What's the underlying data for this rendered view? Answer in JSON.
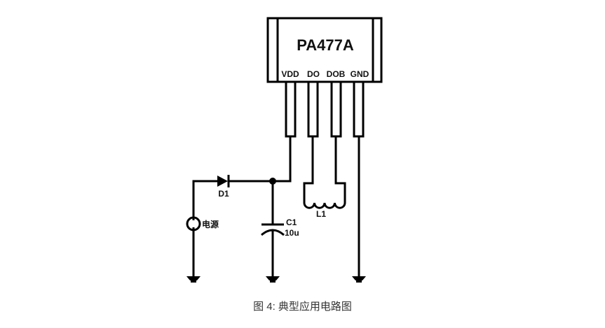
{
  "chip": {
    "part_number": "PA477A",
    "pins": [
      "VDD",
      "DO",
      "DOB",
      "GND"
    ]
  },
  "components": {
    "diode": {
      "ref": "D1"
    },
    "capacitor": {
      "ref": "C1",
      "value": "10u"
    },
    "inductor": {
      "ref": "L1"
    },
    "power_source": {
      "label": "电源"
    }
  },
  "caption": "图 4: 典型应用电路图"
}
